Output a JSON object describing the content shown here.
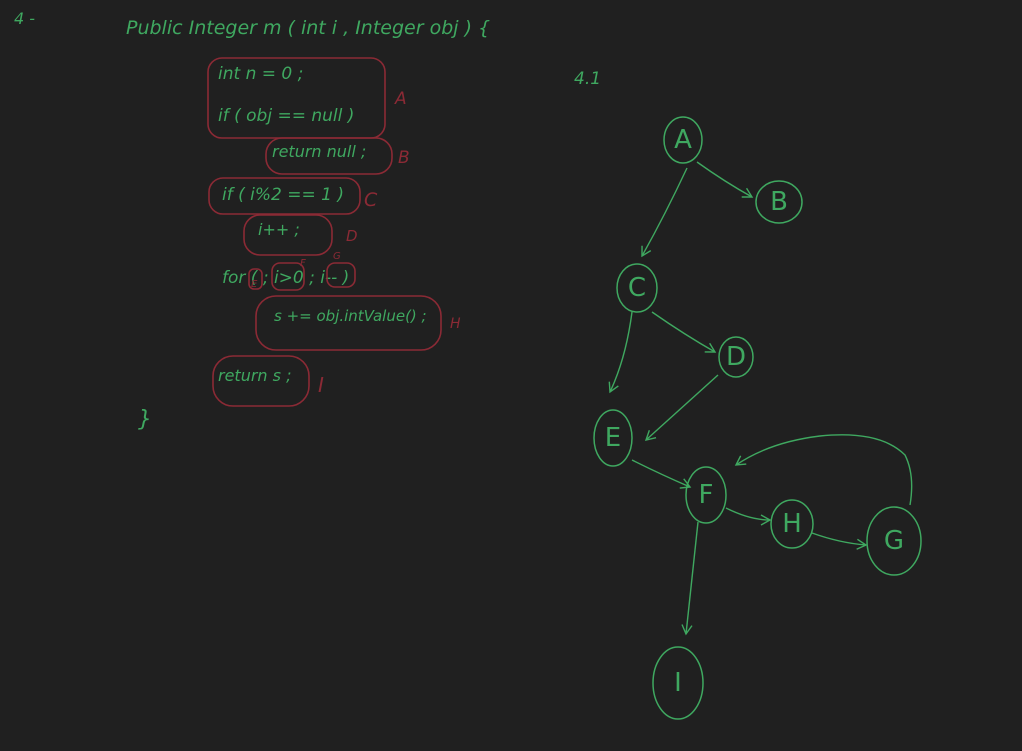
{
  "section_label": "4 -",
  "subsection_label": "4.1",
  "code": {
    "header": "Public Integer m ( int i , Integer obj ) {",
    "lines": [
      "int n = 0 ;",
      "if ( obj == null )",
      "return null ;",
      "if ( i%2 == 1 )",
      "i++ ;",
      "for ( ; i>0 ; i-- )",
      "s += obj.intValue() ;",
      "return s ;",
      "}"
    ],
    "block_labels": {
      "A": "A",
      "B": "B",
      "C": "C",
      "D": "D",
      "E": "E",
      "F": "F",
      "G": "G",
      "H": "H",
      "I": "I"
    }
  },
  "graph": {
    "nodes": [
      "A",
      "B",
      "C",
      "D",
      "E",
      "F",
      "H",
      "G",
      "I"
    ],
    "edges": [
      [
        "A",
        "B"
      ],
      [
        "A",
        "C"
      ],
      [
        "C",
        "E"
      ],
      [
        "C",
        "D"
      ],
      [
        "D",
        "E"
      ],
      [
        "E",
        "F"
      ],
      [
        "F",
        "H"
      ],
      [
        "H",
        "G"
      ],
      [
        "G",
        "F"
      ],
      [
        "F",
        "I"
      ]
    ]
  },
  "colors": {
    "background": "#202020",
    "ink_green": "#3fa860",
    "ink_red": "#8b2a35"
  }
}
